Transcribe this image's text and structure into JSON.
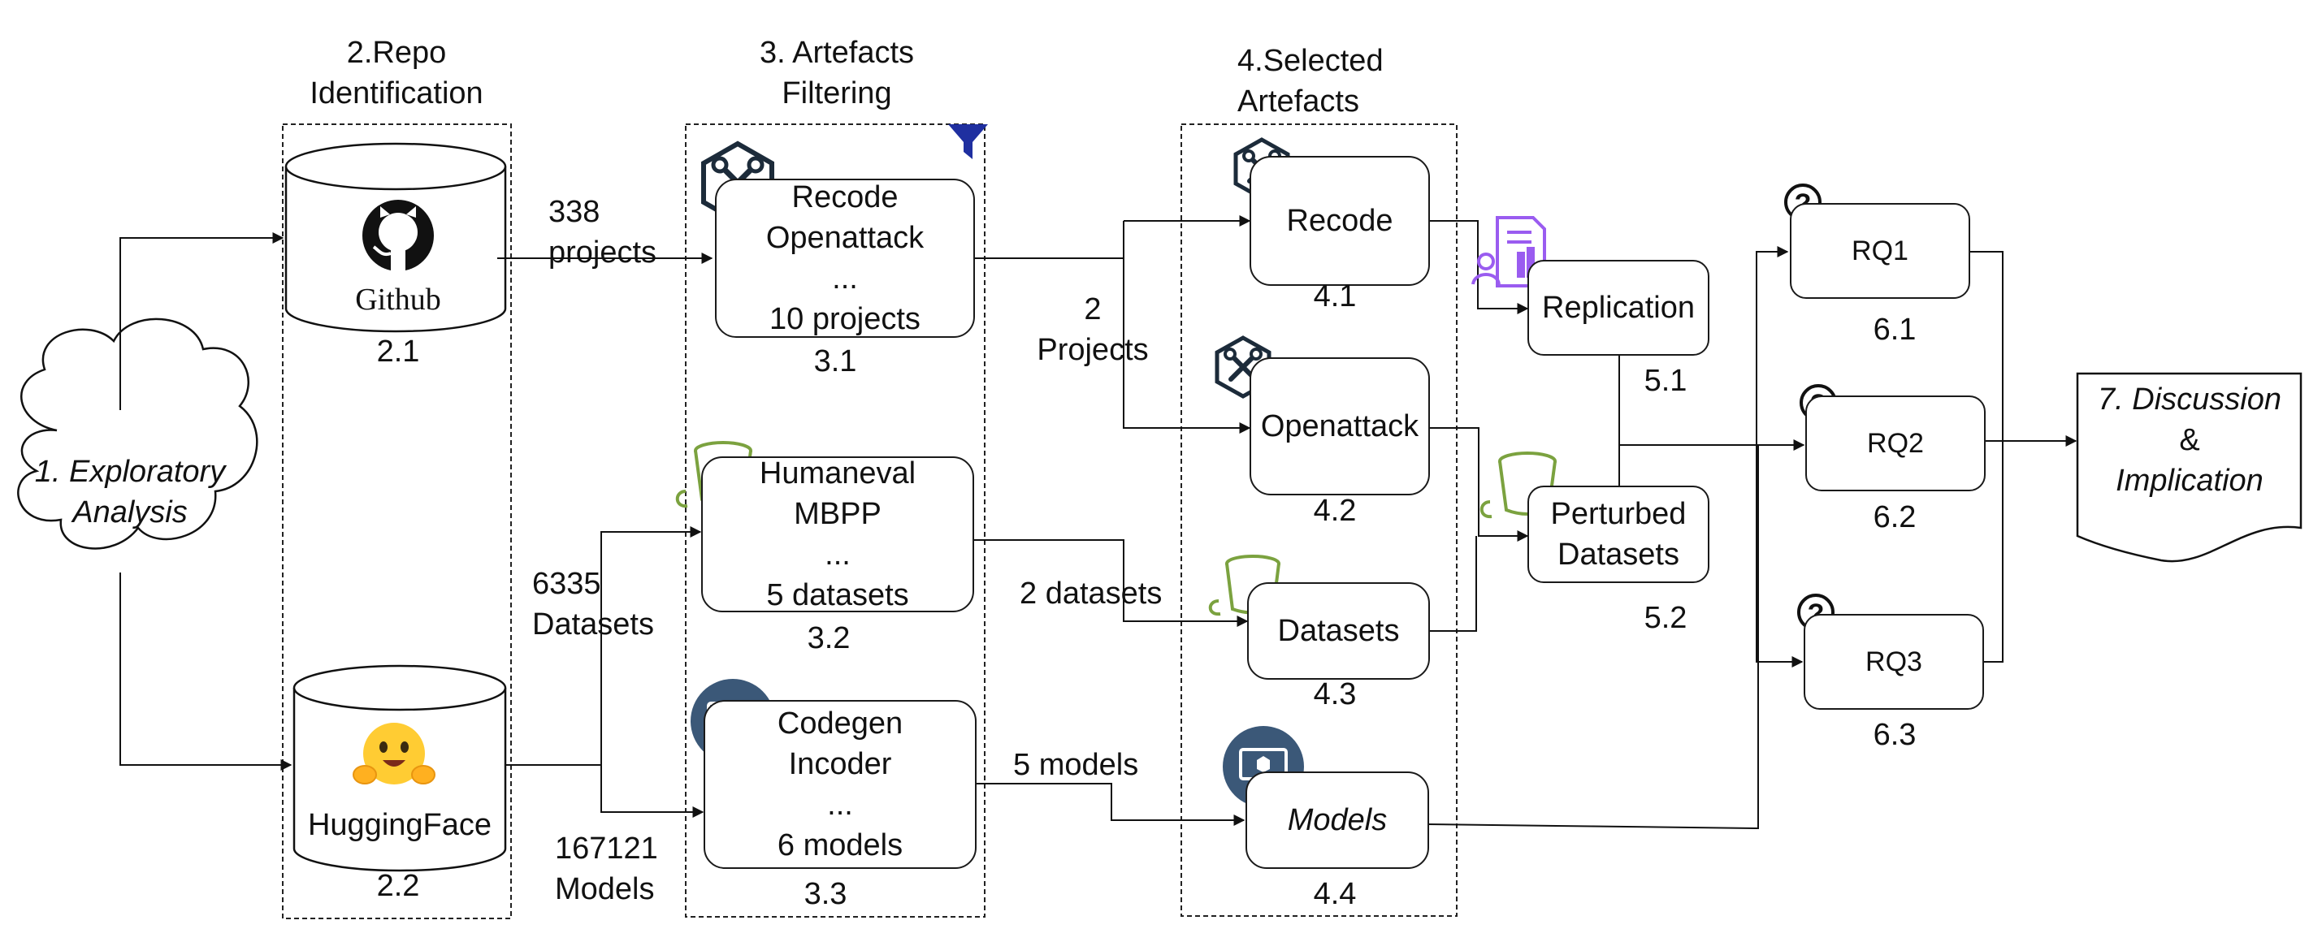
{
  "stages": {
    "s1": {
      "line1": "1. Exploratory",
      "line2": "Analysis"
    },
    "s2": {
      "line1": "2.Repo",
      "line2": "Identification"
    },
    "s3": {
      "line1": "3. Artefacts",
      "line2": "Filtering"
    },
    "s4": {
      "line1": "4.Selected",
      "line2": "Artefacts"
    },
    "s7": {
      "line1": "7. Discussion",
      "line2": "&",
      "line3": "Implication"
    }
  },
  "repos": {
    "github": {
      "label": "Github",
      "num": "2.1",
      "icon": "github-octocat-icon"
    },
    "huggingface": {
      "label": "HuggingFace",
      "num": "2.2",
      "icon": "hugging-face-emoji-icon"
    }
  },
  "edges": {
    "projects": {
      "line1": "338",
      "line2": "projects"
    },
    "datasets": {
      "line1": "6335",
      "line2": "Datasets"
    },
    "models": {
      "line1": "167121",
      "line2": "Models"
    },
    "two_projects": {
      "line1": "2",
      "line2": "Projects"
    },
    "two_datasets": "2 datasets",
    "five_models": "5 models"
  },
  "filtering": {
    "projects_box": {
      "line1": "Recode",
      "line2": "Openattack",
      "line3": "...",
      "line4": "10 projects",
      "num": "3.1",
      "icon": "tools-hexagon-icon"
    },
    "datasets_box": {
      "line1": "Humaneval",
      "line2": "MBPP",
      "line3": "...",
      "line4": "5 datasets",
      "num": "3.2",
      "icon": "bucket-icon"
    },
    "models_box": {
      "line1": "Codegen",
      "line2": "Incoder",
      "line3": "...",
      "line4": "6 models",
      "num": "3.3",
      "icon": "model-monitor-icon"
    },
    "filter_icon": "funnel-icon"
  },
  "selected": {
    "recode": {
      "label": "Recode",
      "num": "4.1"
    },
    "openattack": {
      "label": "Openattack",
      "num": "4.2"
    },
    "datasets": {
      "label": "Datasets",
      "num": "4.3"
    },
    "models": {
      "label": "Models",
      "num": "4.4"
    }
  },
  "outputs": {
    "replication": {
      "label": "Replication",
      "num": "5.1",
      "icon": "report-icon"
    },
    "perturbed": {
      "line1": "Perturbed",
      "line2": "Datasets",
      "num": "5.2",
      "icon": "bucket-icon"
    }
  },
  "rqs": {
    "rq1": {
      "label": "RQ1",
      "num": "6.1",
      "icon": "question-icon"
    },
    "rq2": {
      "label": "RQ2",
      "num": "6.2",
      "icon": "question-icon"
    },
    "rq3": {
      "label": "RQ3",
      "num": "6.3",
      "icon": "question-icon"
    }
  },
  "colors": {
    "line": "#111111",
    "funnel": "#1f2fa0",
    "hex_icon": "#1c2b3a",
    "bucket": "#7ba23f",
    "monitor_bg": "#3b5878",
    "report": "#9a5cf0",
    "hf_face": "#ffcc33"
  }
}
